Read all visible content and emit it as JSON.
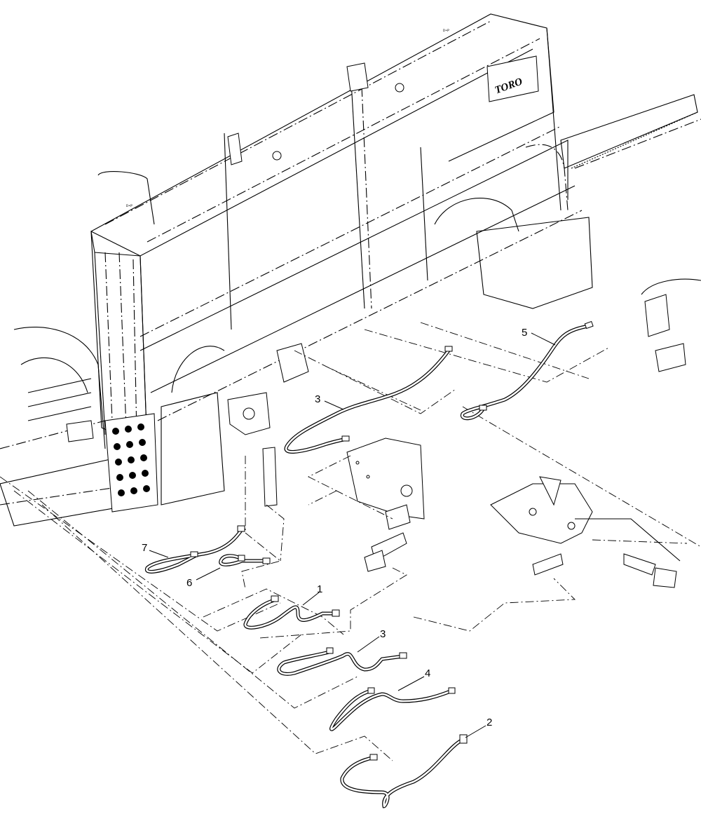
{
  "logo": {
    "text": "TORO"
  },
  "frame_labels": [
    "D•P",
    "D•P"
  ],
  "callouts": [
    {
      "id": "callout-1",
      "label": "1"
    },
    {
      "id": "callout-2",
      "label": "2"
    },
    {
      "id": "callout-3a",
      "label": "3"
    },
    {
      "id": "callout-3b",
      "label": "3"
    },
    {
      "id": "callout-4",
      "label": "4"
    },
    {
      "id": "callout-5",
      "label": "5"
    },
    {
      "id": "callout-6",
      "label": "6"
    },
    {
      "id": "callout-7",
      "label": "7"
    }
  ]
}
